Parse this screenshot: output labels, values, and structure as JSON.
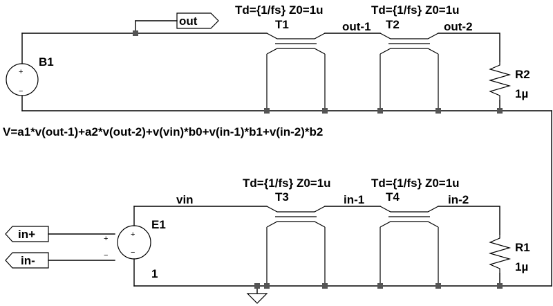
{
  "components": {
    "B1": {
      "name": "B1",
      "value": "V=a1*v(out-1)+a2*v(out-2)+v(vin)*b0+v(in-1)*b1+v(in-2)*b2"
    },
    "E1": {
      "name": "E1",
      "value": "1"
    },
    "R1": {
      "name": "R1",
      "value": "1µ"
    },
    "R2": {
      "name": "R2",
      "value": "1µ"
    },
    "T1": {
      "name": "T1",
      "params": "Td={1/fs} Z0=1u"
    },
    "T2": {
      "name": "T2",
      "params": "Td={1/fs} Z0=1u"
    },
    "T3": {
      "name": "T3",
      "params": "Td={1/fs} Z0=1u"
    },
    "T4": {
      "name": "T4",
      "params": "Td={1/fs} Z0=1u"
    }
  },
  "nets": {
    "out": "out",
    "out1": "out-1",
    "out2": "out-2",
    "vin": "vin",
    "in1": "in-1",
    "in2": "in-2"
  },
  "ports": {
    "out": "out",
    "in_plus": "in+",
    "in_minus": "in-"
  },
  "polarity": {
    "plus": "+",
    "minus": "−"
  }
}
